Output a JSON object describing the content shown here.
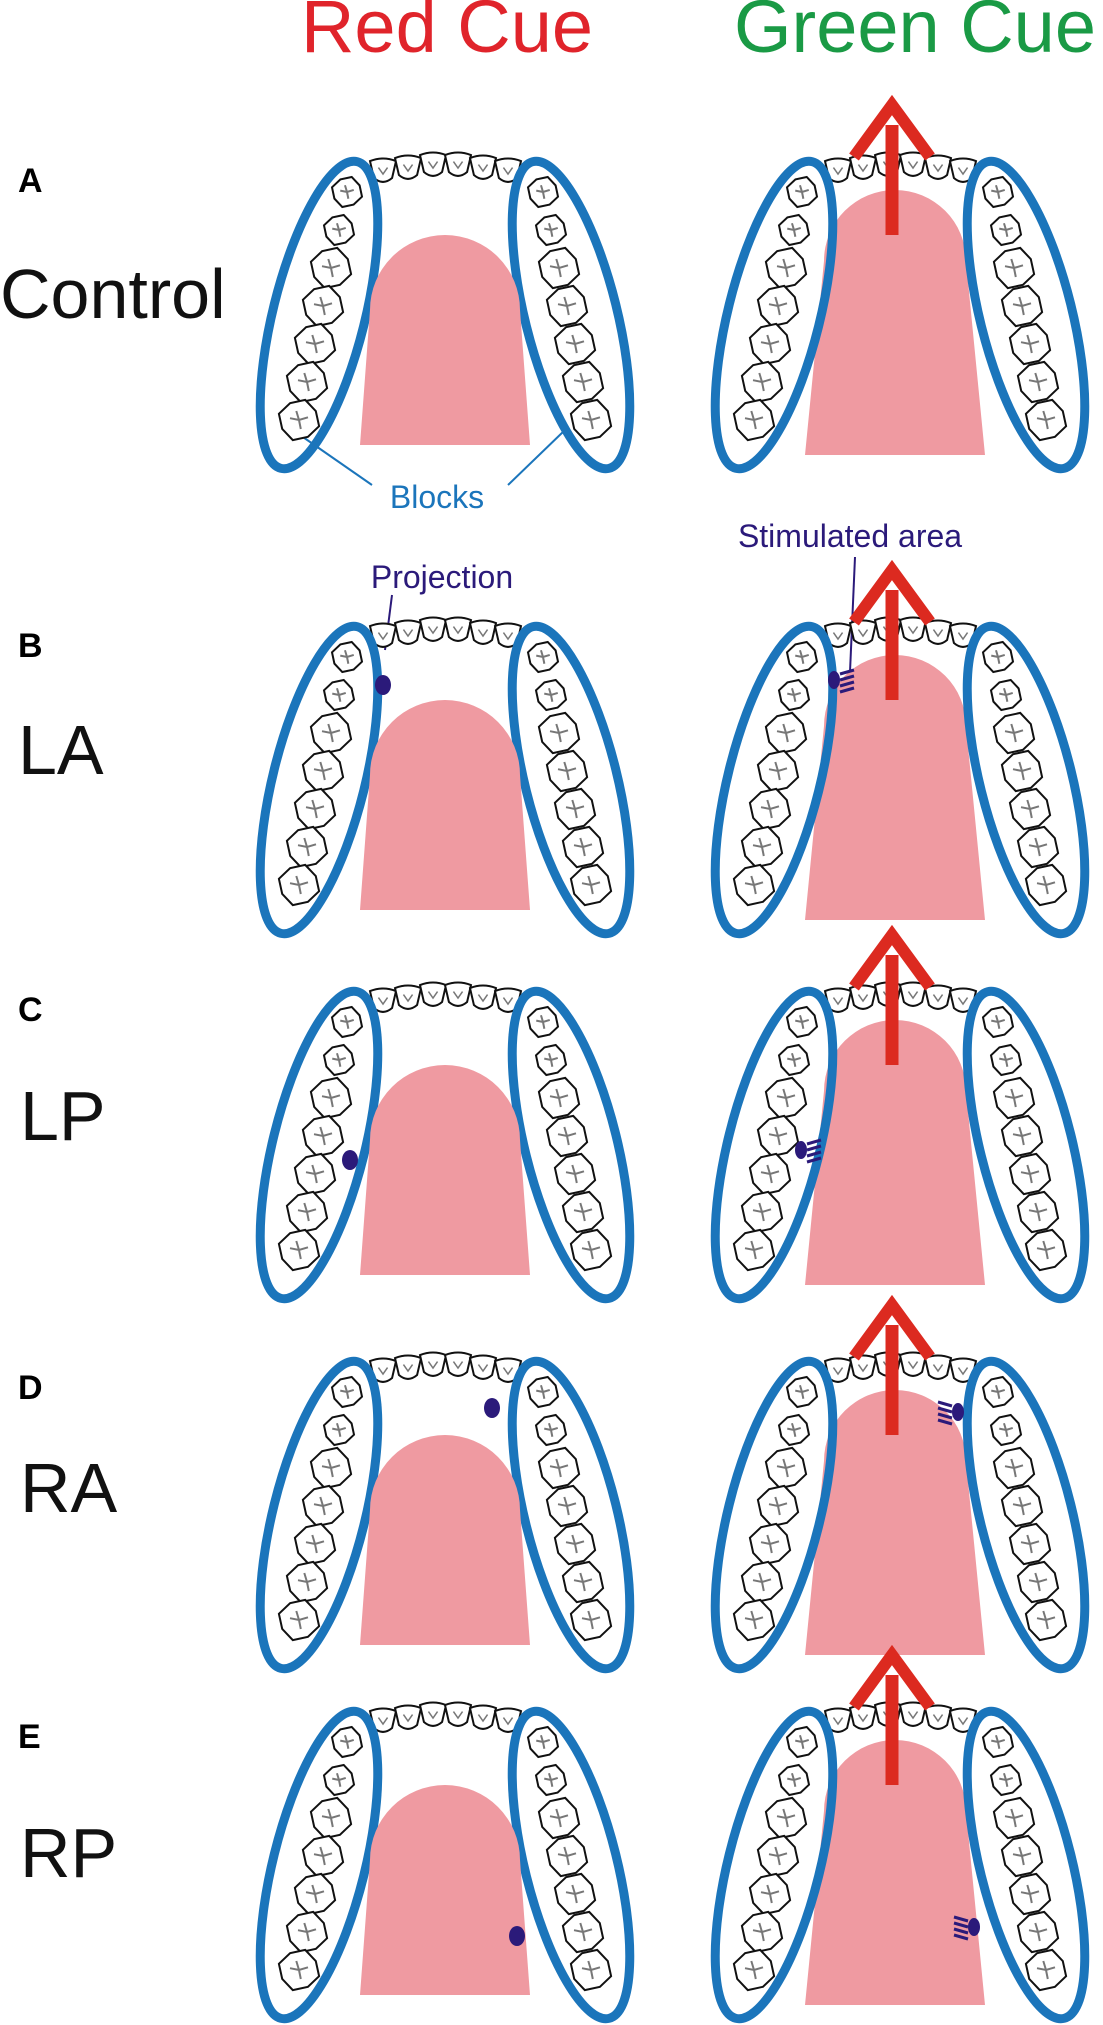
{
  "headers": {
    "red_cue": "Red Cue",
    "green_cue": "Green Cue"
  },
  "rows": [
    {
      "letter": "A",
      "name": "Control",
      "projection": "none"
    },
    {
      "letter": "B",
      "name": "LA",
      "projection": "left-anterior"
    },
    {
      "letter": "C",
      "name": "LP",
      "projection": "left-posterior"
    },
    {
      "letter": "D",
      "name": "RA",
      "projection": "right-anterior"
    },
    {
      "letter": "E",
      "name": "RP",
      "projection": "right-posterior"
    }
  ],
  "annotations": {
    "blocks": "Blocks",
    "projection": "Projection",
    "stimulated_area": "Stimulated area"
  },
  "colors": {
    "red_cue": "#e0242b",
    "green_cue": "#1a9a45",
    "block_outline": "#1b75bb",
    "tongue": "#ef9aa1",
    "arrow": "#dc2a20",
    "projection": "#2b1a7a",
    "teeth_outline": "#111111",
    "teeth_fissure": "#777777"
  },
  "icons": [
    "upper-dental-arch",
    "tongue",
    "block-ellipse",
    "protrusion-arrow",
    "projection-dot",
    "stimulated-area-hatch"
  ]
}
